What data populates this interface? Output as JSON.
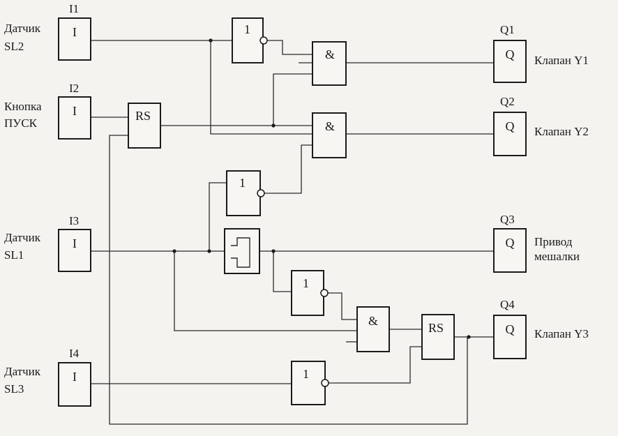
{
  "inputs": [
    {
      "id": "I1",
      "symbol": "I",
      "label_line1": "Датчик",
      "label_line2": "SL2"
    },
    {
      "id": "I2",
      "symbol": "I",
      "label_line1": "Кнопка",
      "label_line2": "ПУСК"
    },
    {
      "id": "I3",
      "symbol": "I",
      "label_line1": "Датчик",
      "label_line2": "SL1"
    },
    {
      "id": "I4",
      "symbol": "I",
      "label_line1": "Датчик",
      "label_line2": "SL3"
    }
  ],
  "outputs": [
    {
      "id": "Q1",
      "symbol": "Q",
      "label_line1": "Клапан Y1",
      "label_line2": ""
    },
    {
      "id": "Q2",
      "symbol": "Q",
      "label_line1": "Клапан Y2",
      "label_line2": ""
    },
    {
      "id": "Q3",
      "symbol": "Q",
      "label_line1": "Привод",
      "label_line2": "мешалки"
    },
    {
      "id": "Q4",
      "symbol": "Q",
      "label_line1": "Клапан Y3",
      "label_line2": ""
    }
  ],
  "gates": {
    "not_symbol": "1",
    "and_symbol": "&",
    "rs_symbol": "RS"
  }
}
